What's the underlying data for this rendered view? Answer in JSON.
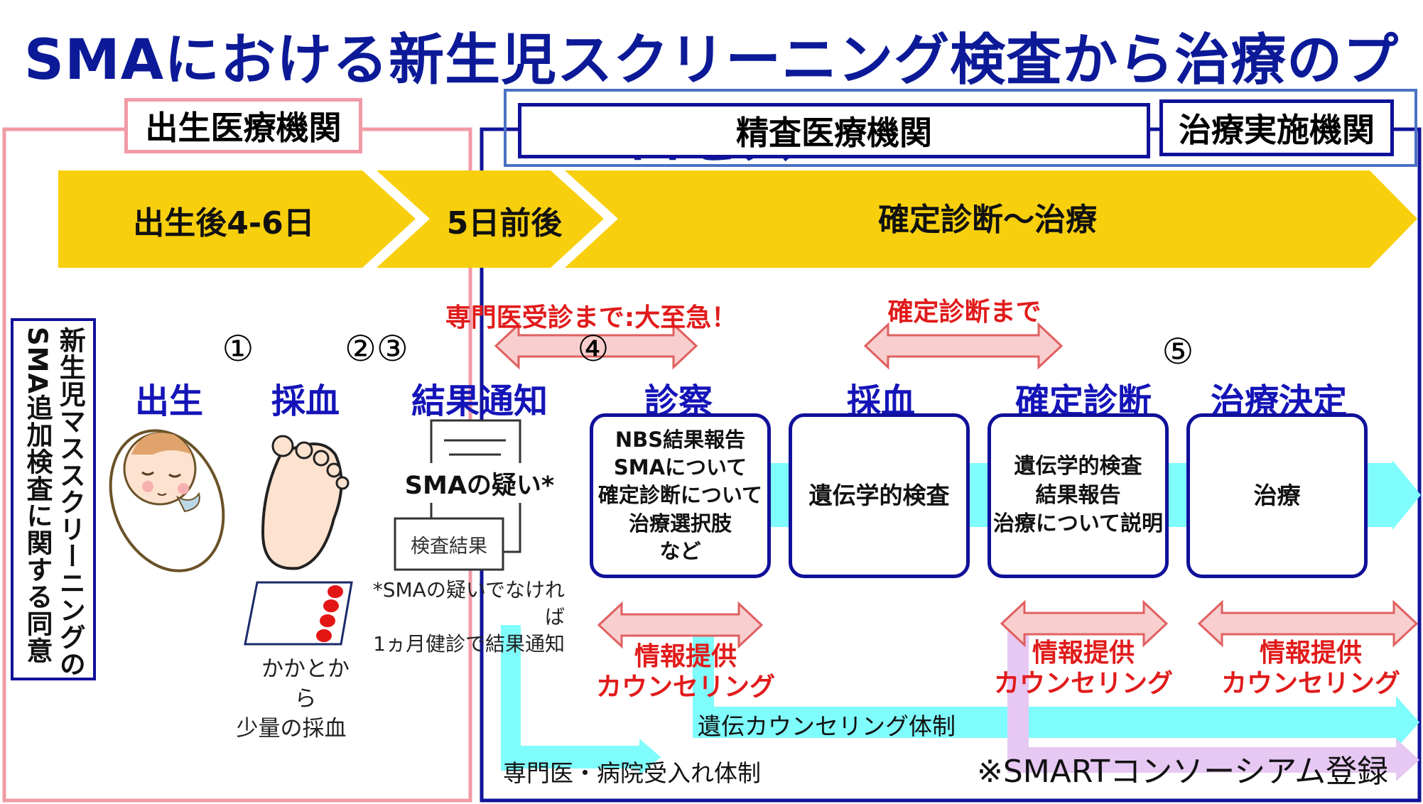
{
  "title": "SMAにおける新生児スクリーニング検査から治療のプロセス",
  "orgs": {
    "birth": "出生医療機関",
    "detail": "精査医療機関",
    "treatment": "治療実施機関"
  },
  "phases": [
    "出生後4-6日",
    "5日前後",
    "確定診断～治療"
  ],
  "consent": [
    "新生児マススクリーニングの",
    "SMA追加検査に関する同意"
  ],
  "steps": {
    "birth": "出生",
    "blood1": "採血",
    "notify": "結果通知",
    "exam": "診察",
    "blood2": "採血",
    "diagnosis": "確定診断",
    "decision": "治療決定"
  },
  "nums": [
    "①",
    "②③",
    "④",
    "⑤"
  ],
  "urgent": "専門医受診まで:大至急！",
  "until_diagnosis": "確定診断まで",
  "suspect": "SMAの疑い*",
  "result_card": "検査結果",
  "footnote": [
    "*SMAの疑いでなければ",
    "1ヵ月健診で結果通知"
  ],
  "heel": [
    "かかとから",
    "少量の採血"
  ],
  "boxes": {
    "exam": [
      "NBS結果報告",
      "SMAについて",
      "確定診断について",
      "治療選択肢",
      "など"
    ],
    "genetic": "遺伝学的検査",
    "report": [
      "遺伝学的検査",
      "結果報告",
      "治療について説明"
    ],
    "treat": "治療"
  },
  "info": [
    "情報提供",
    "カウンセリング"
  ],
  "systems": {
    "genetic_counseling": "遺伝カウンセリング体制",
    "specialist": "専門医・病院受入れ体制",
    "smart": "※SMARTコンソーシアム登録"
  },
  "colors": {
    "title": "#0c1a98",
    "phase_band": "#f7cf0d",
    "cyan_flow": "#7ffcfc",
    "lavender_flow": "#e6c8f3",
    "pink_arrow": "#f9cece",
    "red_text": "#e11b1b",
    "step_blue": "#1414b8"
  },
  "icons": [
    "baby-icon",
    "foot-icon",
    "blood-card-icon",
    "document-icon"
  ]
}
